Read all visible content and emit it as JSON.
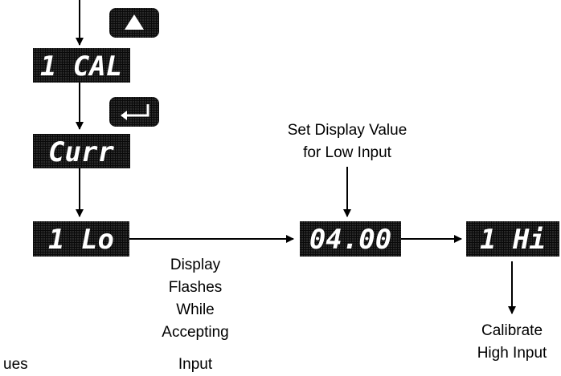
{
  "displays": {
    "ical": "1 CAL",
    "curr": "Curr",
    "ilo": "1 Lo",
    "value": "04.00",
    "ihi": "1 Hi"
  },
  "buttons": {
    "up_icon": "up-arrow-icon",
    "enter_icon": "enter-icon"
  },
  "captions": {
    "set_display_1": "Set Display Value",
    "set_display_2": "for Low Input",
    "flash_1": "Display",
    "flash_2": "Flashes",
    "flash_3": "While",
    "flash_4": "Accepting",
    "flash_5": "Input",
    "calibrate_1": "Calibrate",
    "calibrate_2": "High Input",
    "partial": "ues"
  },
  "colors": {
    "display_bg": "#0a0a0a",
    "display_text": "#ffffff",
    "line": "#000000"
  }
}
